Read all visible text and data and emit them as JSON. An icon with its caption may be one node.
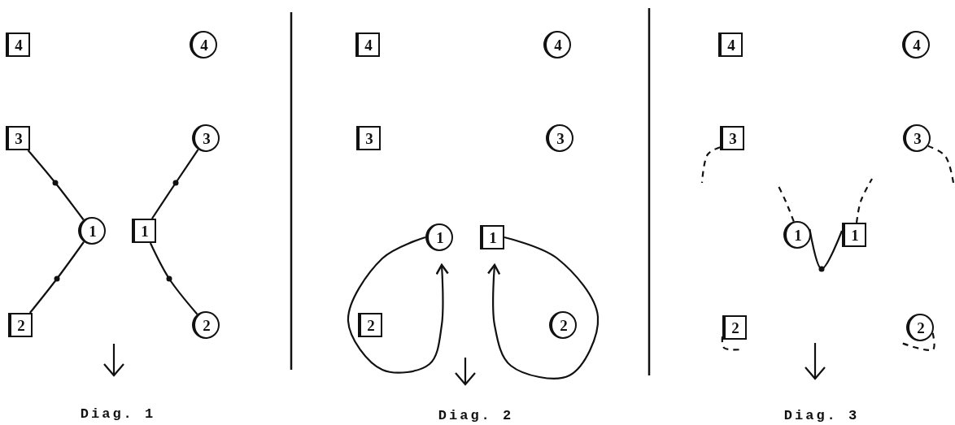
{
  "diagram": {
    "nodes": [
      {
        "text": [
          "4"
        ]
      },
      {
        "text": [
          "4"
        ]
      },
      {
        "text": [
          "3"
        ]
      },
      {
        "text": [
          "3"
        ]
      },
      {
        "text": [
          "1"
        ]
      },
      {
        "text": [
          "1"
        ]
      },
      {
        "text": [
          "2"
        ]
      },
      {
        "text": [
          "2"
        ]
      },
      {
        "text": [
          "4"
        ]
      },
      {
        "text": [
          "4"
        ]
      },
      {
        "text": [
          "3"
        ]
      },
      {
        "text": [
          "3"
        ]
      },
      {
        "text": [
          "1"
        ]
      },
      {
        "text": [
          "1"
        ]
      },
      {
        "text": [
          "2"
        ]
      },
      {
        "text": [
          "2"
        ]
      },
      {
        "text": [
          "4"
        ]
      },
      {
        "text": [
          "4"
        ]
      },
      {
        "text": [
          "3"
        ]
      },
      {
        "text": [
          "3"
        ]
      },
      {
        "text": [
          "1"
        ]
      },
      {
        "text": [
          "1"
        ]
      },
      {
        "text": [
          "2"
        ]
      },
      {
        "text": [
          "2"
        ]
      }
    ],
    "edges": [
      {
        "from": 2,
        "to": 4,
        "arrow": "none"
      },
      {
        "from": 4,
        "to": 6,
        "arrow": "none"
      },
      {
        "from": 3,
        "to": 5,
        "arrow": "none"
      },
      {
        "from": 5,
        "to": 7,
        "arrow": "none"
      },
      {
        "from": 12,
        "to": 12,
        "arrow": "to"
      },
      {
        "from": 13,
        "to": 13,
        "arrow": "to"
      },
      {
        "from": 18,
        "to": null,
        "arrow": "none",
        "style": "dashed"
      },
      {
        "from": 19,
        "to": null,
        "arrow": "none",
        "style": "dashed"
      },
      {
        "from": 20,
        "to": null,
        "arrow": "none",
        "style": "dashed"
      },
      {
        "from": 21,
        "to": null,
        "arrow": "none",
        "style": "dashed"
      },
      {
        "from": 20,
        "to": 21,
        "arrow": "none"
      },
      {
        "from": 22,
        "to": null,
        "arrow": "none",
        "style": "dashed"
      },
      {
        "from": 23,
        "to": null,
        "arrow": "none",
        "style": "dashed"
      }
    ],
    "labels": [
      "Diag. 1",
      "Diag. 2",
      "Diag. 3"
    ]
  }
}
